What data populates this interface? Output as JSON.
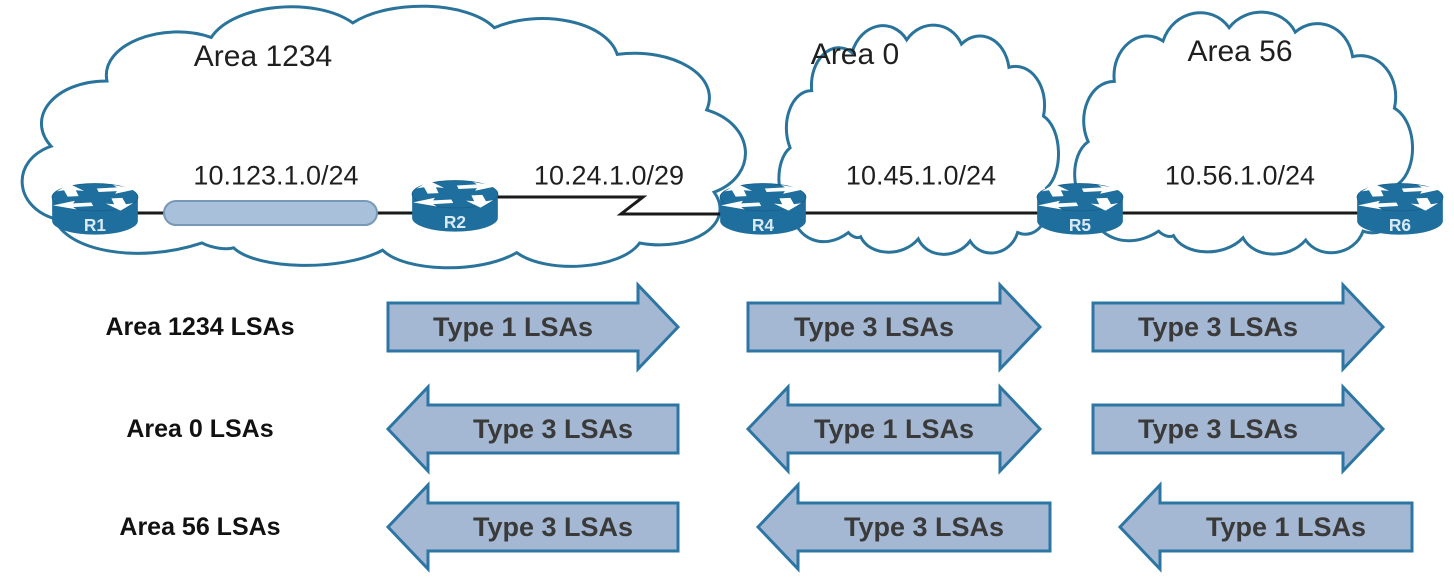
{
  "areas": [
    {
      "name": "Area 1234"
    },
    {
      "name": "Area 0"
    },
    {
      "name": "Area 56"
    }
  ],
  "routers": [
    {
      "name": "R1"
    },
    {
      "name": "R2"
    },
    {
      "name": "R4"
    },
    {
      "name": "R5"
    },
    {
      "name": "R6"
    }
  ],
  "links": [
    {
      "network": "10.123.1.0/24",
      "type": "ethernet-segment"
    },
    {
      "network": "10.24.1.0/29",
      "type": "serial-zigzag"
    },
    {
      "network": "10.45.1.0/24",
      "type": "line"
    },
    {
      "network": "10.56.1.0/24",
      "type": "line"
    }
  ],
  "lsa_rows": [
    {
      "label": "Area 1234 LSAs",
      "arrows": [
        {
          "label": "Type 1 LSAs",
          "direction": "right"
        },
        {
          "label": "Type 3 LSAs",
          "direction": "right"
        },
        {
          "label": "Type 3 LSAs",
          "direction": "right"
        }
      ]
    },
    {
      "label": "Area 0 LSAs",
      "arrows": [
        {
          "label": "Type 3 LSAs",
          "direction": "left"
        },
        {
          "label": "Type 1 LSAs",
          "direction": "both"
        },
        {
          "label": "Type 3 LSAs",
          "direction": "right"
        }
      ]
    },
    {
      "label": "Area 56 LSAs",
      "arrows": [
        {
          "label": "Type 3 LSAs",
          "direction": "left"
        },
        {
          "label": "Type 3 LSAs",
          "direction": "left"
        },
        {
          "label": "Type 1 LSAs",
          "direction": "left"
        }
      ]
    }
  ],
  "colors": {
    "cloud_stroke": "#2a749c",
    "router_fill": "#1f6f9e",
    "router_label": "#d9eaf6",
    "arrow_fill": "#a5b8d3",
    "arrow_stroke": "#2d75a3",
    "arrow_text": "#3a3a3a",
    "ethernet_fill": "#a9c0da",
    "ethernet_border": "#7898b8",
    "link_color": "#1a1a1a",
    "text_color": "#1f1f1f"
  }
}
